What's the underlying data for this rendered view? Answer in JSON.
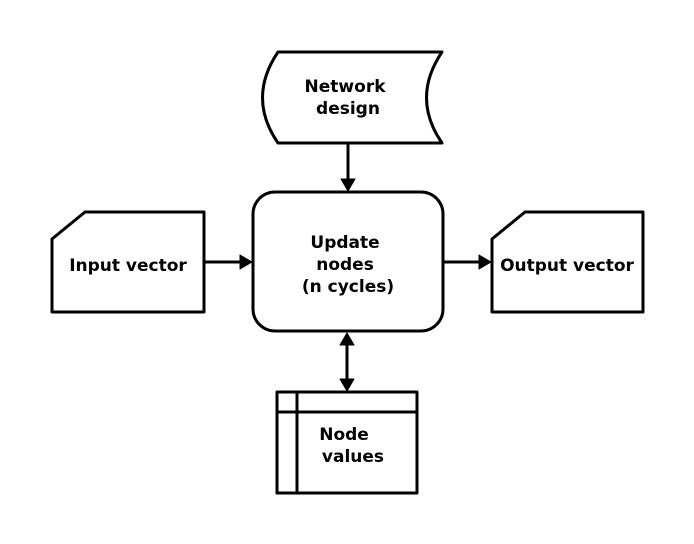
{
  "colors": {
    "stroke": "#000000",
    "fill": "#ffffff",
    "background": "#ffffff"
  },
  "nodes": {
    "network_design": {
      "shape": "stored-data",
      "lines": [
        "Network",
        "design"
      ]
    },
    "update_nodes": {
      "shape": "rounded-rectangle",
      "lines": [
        "Update",
        "nodes",
        "(n cycles)"
      ]
    },
    "input_vector": {
      "shape": "manual-input",
      "lines": [
        "Input vector"
      ]
    },
    "output_vector": {
      "shape": "manual-input",
      "lines": [
        "Output vector"
      ]
    },
    "node_values": {
      "shape": "internal-storage",
      "lines": [
        "Node",
        "values"
      ]
    }
  },
  "edges": [
    {
      "from": "network_design",
      "to": "update_nodes",
      "direction": "forward"
    },
    {
      "from": "input_vector",
      "to": "update_nodes",
      "direction": "forward"
    },
    {
      "from": "update_nodes",
      "to": "output_vector",
      "direction": "forward"
    },
    {
      "from": "update_nodes",
      "to": "node_values",
      "direction": "both"
    }
  ]
}
